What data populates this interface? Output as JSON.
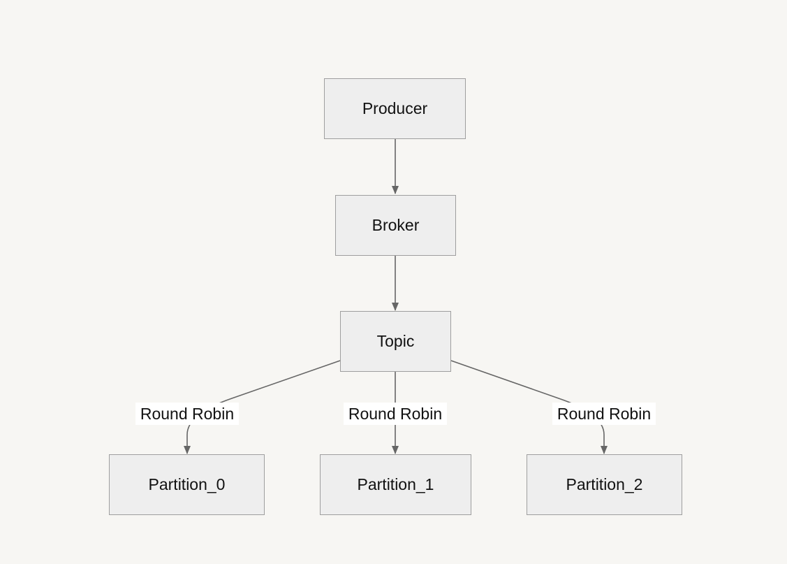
{
  "diagram": {
    "nodes": {
      "producer": "Producer",
      "broker": "Broker",
      "topic": "Topic",
      "partition_0": "Partition_0",
      "partition_1": "Partition_1",
      "partition_2": "Partition_2"
    },
    "edges": [
      {
        "from": "producer",
        "to": "broker",
        "label": ""
      },
      {
        "from": "broker",
        "to": "topic",
        "label": ""
      },
      {
        "from": "topic",
        "to": "partition_0",
        "label": "Round Robin"
      },
      {
        "from": "topic",
        "to": "partition_1",
        "label": "Round Robin"
      },
      {
        "from": "topic",
        "to": "partition_2",
        "label": "Round Robin"
      }
    ]
  },
  "colors": {
    "background": "#f7f6f3",
    "node_fill": "#eeeeee",
    "node_border": "#9e9e9e",
    "edge": "#666666",
    "label_background": "#ffffff"
  }
}
